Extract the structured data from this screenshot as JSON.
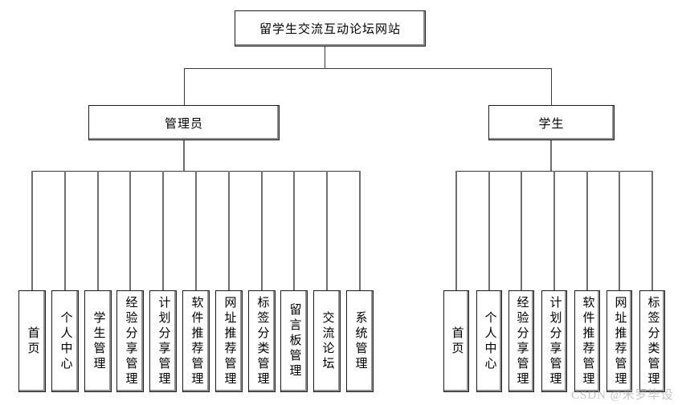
{
  "diagram": {
    "root_label": "留学生交流互动论坛网站",
    "branches": [
      {
        "label": "管理员",
        "children": [
          "首页",
          "个人中心",
          "学生管理",
          "经验分享管理",
          "计划分享管理",
          "软件推荐管理",
          "网址推荐管理",
          "标签分类管理",
          "留言板管理",
          "交流论坛",
          "系统管理"
        ]
      },
      {
        "label": "学生",
        "children": [
          "首页",
          "个人中心",
          "经验分享管理",
          "计划分享管理",
          "软件推荐管理",
          "网址推荐管理",
          "标签分类管理"
        ]
      }
    ]
  },
  "watermark": "CSDN @米罗毕设",
  "colors": {
    "background": "#ffffff",
    "box_border": "#1c1c1c",
    "box_shadow": "#8f8f8f",
    "connector": "#3c3c3c",
    "watermark": "#9e9e9e"
  }
}
